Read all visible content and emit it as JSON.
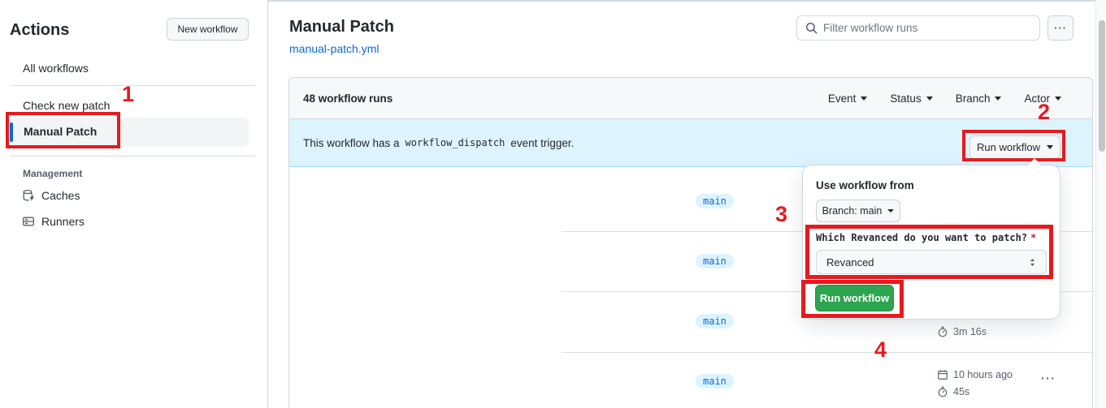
{
  "colors": {
    "accent_blue": "#0969da",
    "annotation_red": "#e8191e",
    "banner_blue": "#ddf4ff",
    "button_green": "#2da44e",
    "tab_indicator_orange": "#fd8c73"
  },
  "sidebar": {
    "title": "Actions",
    "new_workflow_button": "New workflow",
    "all_workflows": "All workflows",
    "check_new_patch": "Check new patch",
    "manual_patch": "Manual Patch",
    "management_label": "Management",
    "caches": "Caches",
    "runners": "Runners"
  },
  "header": {
    "title": "Manual Patch",
    "workflow_file": "manual-patch.yml",
    "filter_placeholder": "Filter workflow runs",
    "more_button": "···"
  },
  "runs": {
    "count_label": "48 workflow runs",
    "filter_event": "Event",
    "filter_status": "Status",
    "filter_branch": "Branch",
    "filter_actor": "Actor",
    "banner_text_before": "This workflow has a",
    "banner_code": "workflow_dispatch",
    "banner_text_after": "event trigger.",
    "run_workflow_button": "Run workflow",
    "rows": [
      {
        "branch": "main"
      },
      {
        "branch": "main"
      },
      {
        "branch": "main",
        "duration": "3m 16s"
      },
      {
        "branch": "main",
        "time_ago": "10 hours ago",
        "duration": "45s",
        "more": "···"
      }
    ]
  },
  "popup": {
    "title": "Use workflow from",
    "branch_selector": "Branch: main",
    "input_label": "Which Revanced do you want to patch?",
    "required": "*",
    "input_value": "Revanced",
    "run_button": "Run workflow"
  },
  "annotations": {
    "n1": "1",
    "n2": "2",
    "n3": "3",
    "n4": "4"
  }
}
